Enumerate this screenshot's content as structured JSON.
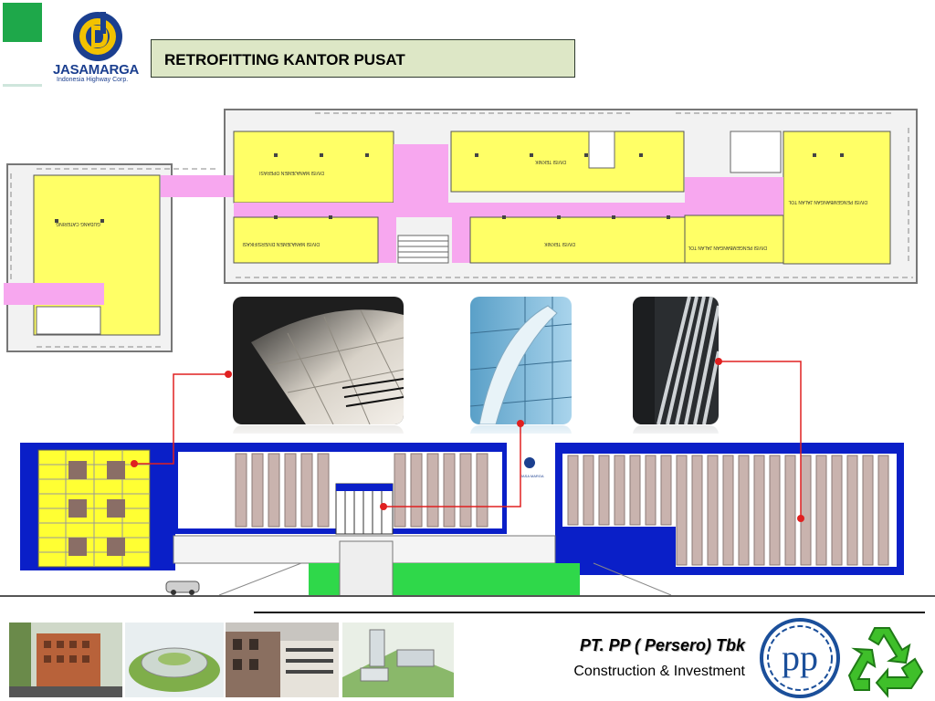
{
  "header": {
    "logo_word": "JASAMARGA",
    "logo_subtitle": "Indonesia Highway Corp.",
    "title": "RETROFITTING KANTOR PUSAT"
  },
  "floor_plan": {
    "room_labels": [
      "GUDANG CATERING",
      "DIVISI MANAJEMEN OPERASI",
      "DIVISI MANAJEMEN DIVERSIFIKASI",
      "DIVISI TEKNIK",
      "DIVISI TEKNIK",
      "DIVISI PENGEMBANGAN JALAN TOL",
      "DIVISI PENGEMBANGAN JALAN TOL"
    ]
  },
  "elevation": {
    "facade_logo": "JASA MARGA"
  },
  "footer": {
    "company": "PT. PP ( Persero) Tbk",
    "tagline": "Construction & Investment",
    "pp_logo_text": "pp"
  },
  "colors": {
    "accent_green": "#1ea84a",
    "title_bg": "#dde7c6",
    "plan_yellow": "#ffff66",
    "plan_pink": "#f7a7ef",
    "elev_blue": "#0a1fc8",
    "pointer_red": "#e02020",
    "brand_blue": "#1b3f8f"
  },
  "icons": [
    "jasamarga-logo-icon",
    "pp-logo-icon",
    "recycle-icon"
  ]
}
